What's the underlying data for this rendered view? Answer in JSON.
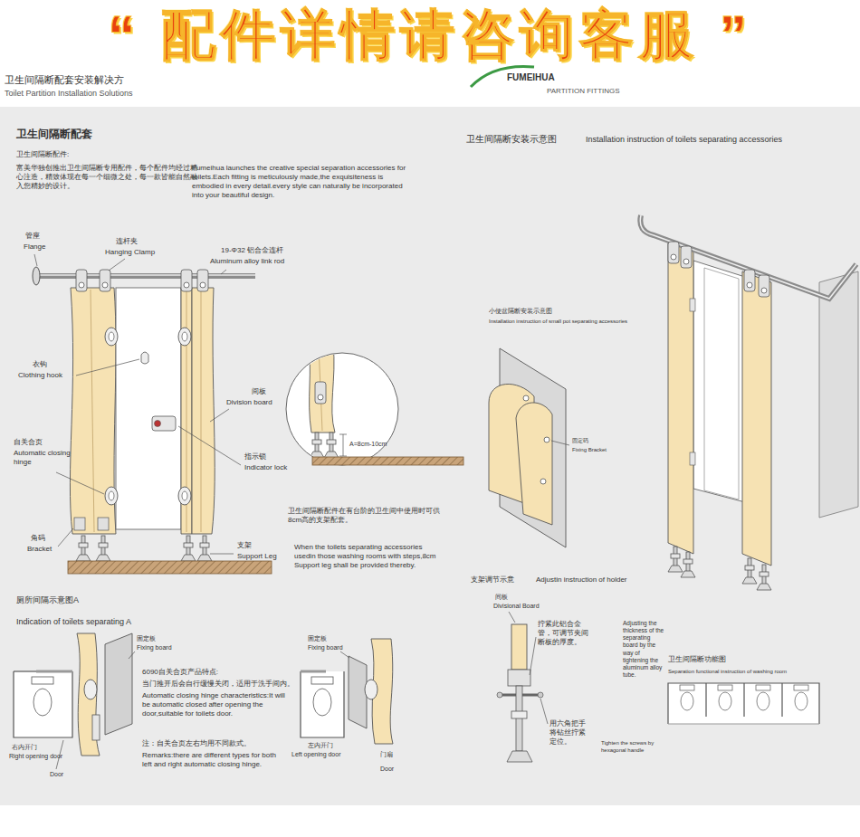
{
  "diagram": {
    "labels": [
      "“ 配件详情请咨询客服 ”",
      "卫生间隔断配套安装解决方",
      "Toilet Partition Installation Solutions",
      "FUMEIHUA",
      "PARTITION FITTINGS",
      "卫生间隔断配套",
      "卫生间隔断配件:",
      "富美华独创推出卫生间隔断专用配件，每个配件均经过精心注造，精致体现在每一个细微之处，每一款皆能自然融入您精妙的设计。",
      "Fumeihua launches the creative special separation accessories for toilets.Each fitting is meticulously made,the exquisiteness is embodied in every detail.every style can naturally be incorporated into your beautiful design.",
      "管座",
      "Flange",
      "连杆夹",
      "Hanging Clamp",
      "19-Φ32 铝合金连杆",
      "Aluminum alloy link rod",
      "衣钩",
      "Clothing hook",
      "间板",
      "Division board",
      "自关合页",
      "Automatic closing hinge",
      "指示锁",
      "Indicator lock",
      "角码",
      "Bracket",
      "支架",
      "Support Leg",
      "A=8cm-10cm",
      "卫生间隔断配件在有台阶的卫生间中使用时可供8cm高的支架配套。",
      "When the toilets separating accessories usedin those washing rooms with steps,8cm Support leg  shall be provided thereby.",
      "厕所间隔示意图A",
      "Indication of toilets separating A",
      "固定板",
      "Fixing board",
      "6090自关合页产品特点:",
      "当门推开后会自行缓慢关闭，适用于洗手间内。",
      "Automatic closing hinge characteristics:It will be automatic closed after opening the door,suitable for toilets door.",
      "注：自关合页左右均用不同款式。",
      "Remarks:there are different types for both left and right automatic closing hinge.",
      "右内开门",
      "Right opening door",
      "Door",
      "固定板",
      "Fixing board",
      "左内开门",
      "Left opening door",
      "门扇",
      "Door",
      "卫生间隔断安装示意图",
      "Installation instruction of toilets separating accessories",
      "小便盆隔断安装示意图",
      "Installation instruction of small pot separating accessories",
      "固定码",
      "Fixing Bracket",
      "支架调节示意",
      "Adjustin instruction of holder",
      "间板",
      "Divisional Board",
      "拧紧此铝合金管，可调节夹间断板的厚度。",
      "Adjusting the thickness of the separating board by the way of tightening the aluminum alloy tube.",
      "用六角把手将钻丝拧紧定位。",
      "Tighten the screws by hexagonal handle",
      "卫生间隔断功能图",
      "Separation functional instruction of washing room"
    ]
  }
}
